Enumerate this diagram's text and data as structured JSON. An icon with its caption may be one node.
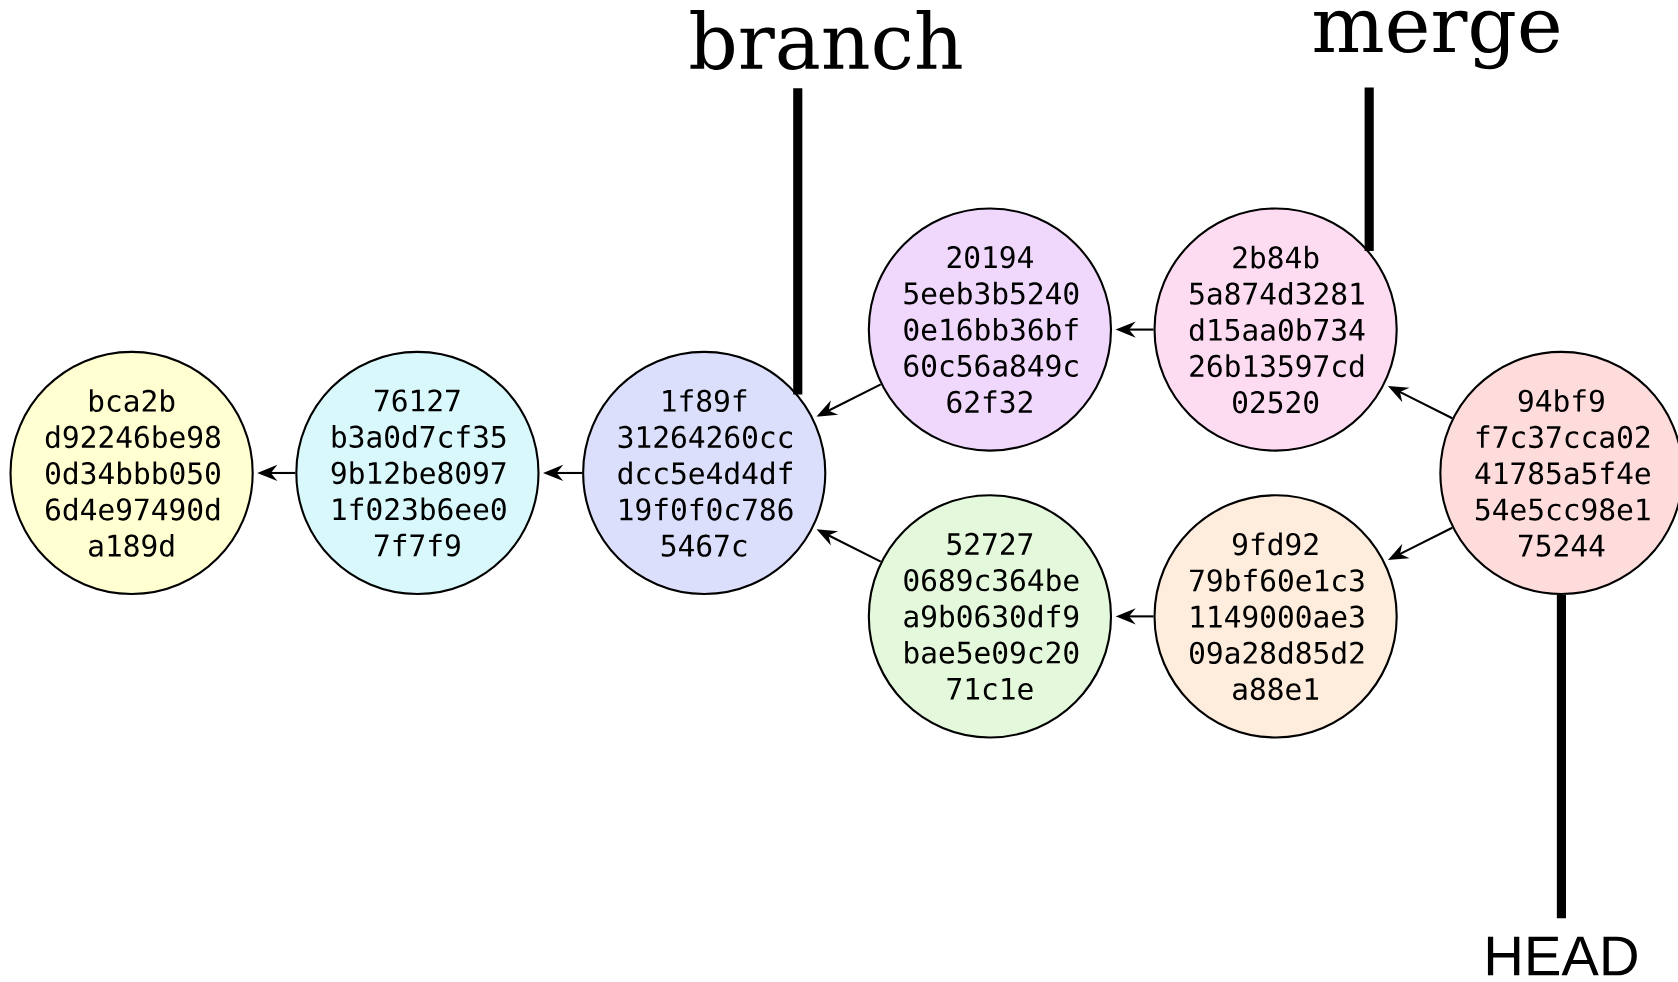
{
  "diagram": {
    "nodes": [
      {
        "text": [
          "bca2b d92246be98 0d34bbb050 6d4e97490d a189d"
        ]
      },
      {
        "text": [
          "76127 b3a0d7cf35 9b12be8097 1f023b6ee0 7f7f9"
        ]
      },
      {
        "text": [
          "1f89f 31264260cc dcc5e4d4df 19f0f0c786 5467c"
        ]
      },
      {
        "text": [
          "20194 5eeb3b5240 0e16bb36bf 60c56a849c 62f32"
        ]
      },
      {
        "text": [
          "52727 0689c364be a9b0630df9 bae5e09c20 71c1e"
        ]
      },
      {
        "text": [
          "2b84b 5a874d3281 d15aa0b734 26b13597cd 02520"
        ]
      },
      {
        "text": [
          "9fd92 79bf60e1c3 1149000ae3 09a28d85d2 a88e1"
        ]
      },
      {
        "text": [
          "94bf9 f7c37cca02 41785a5f4e 54e5cc98e1 75244"
        ]
      },
      {
        "text": [
          "branch"
        ]
      },
      {
        "text": [
          "merge"
        ]
      },
      {
        "text": [
          "HEAD"
        ]
      }
    ],
    "edges": [
      {
        "from": 1,
        "to": 0,
        "arrow": "to"
      },
      {
        "from": 2,
        "to": 1,
        "arrow": "to"
      },
      {
        "from": 3,
        "to": 2,
        "arrow": "to"
      },
      {
        "from": 4,
        "to": 2,
        "arrow": "to"
      },
      {
        "from": 5,
        "to": 3,
        "arrow": "to"
      },
      {
        "from": 6,
        "to": 4,
        "arrow": "to"
      },
      {
        "from": 7,
        "to": 5,
        "arrow": "to"
      },
      {
        "from": 7,
        "to": 6,
        "arrow": "to"
      },
      {
        "from": 8,
        "to": 2,
        "arrow": "none",
        "style": "thick"
      },
      {
        "from": 9,
        "to": 5,
        "arrow": "none",
        "style": "thick"
      },
      {
        "from": 10,
        "to": 7,
        "arrow": "none",
        "style": "thick"
      }
    ]
  }
}
